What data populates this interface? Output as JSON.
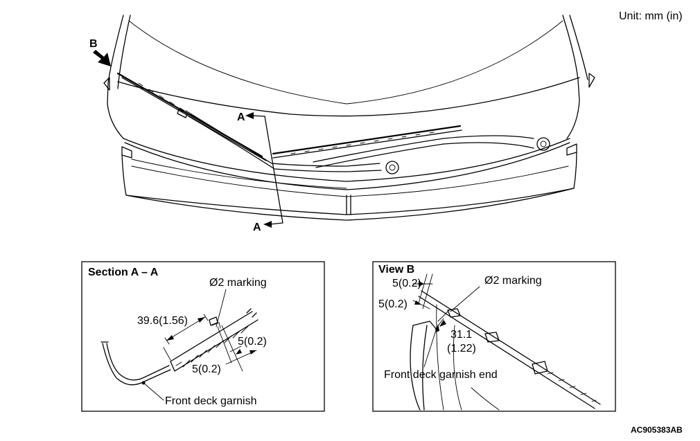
{
  "header": {
    "unit": "Unit: mm (in)"
  },
  "overview": {
    "view_b_marker": "B",
    "section_marker_top": "A",
    "section_marker_bottom": "A"
  },
  "section_a": {
    "title": "Section A – A",
    "marking": "Ø2 marking",
    "dim_distance": "39.6(1.56)",
    "dim_offset_right": "5(0.2)",
    "dim_offset_bottom": "5(0.2)",
    "part_label": "Front deck garnish"
  },
  "view_b": {
    "title": "View B",
    "dim_top": "5(0.2)",
    "dim_left": "5(0.2)",
    "marking": "Ø2 marking",
    "dim_length_mm": "31.1",
    "dim_length_in": "(1.22)",
    "part_label": "Front deck garnish end"
  },
  "footer": {
    "figure_id": "AC905383AB"
  }
}
